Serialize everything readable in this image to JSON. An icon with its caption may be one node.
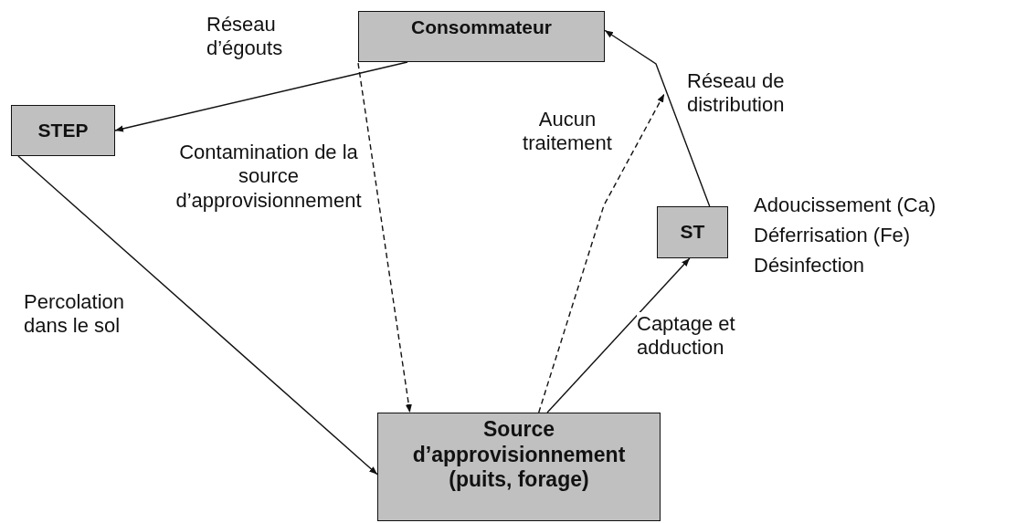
{
  "diagram": {
    "nodes": [
      {
        "text": [
          "Consommateur"
        ]
      },
      {
        "text": [
          "STEP"
        ]
      },
      {
        "text": [
          "ST"
        ],
        "beside": [
          "Adoucissement (Ca)",
          "Déferrisation (Fe)",
          "Désinfection"
        ]
      },
      {
        "text": [
          "Source d’approvisionnement (puits, forage)"
        ]
      }
    ],
    "edges": [
      {
        "from": 0,
        "to": 1,
        "arrow": "to",
        "label": "Réseau d’égouts"
      },
      {
        "from": 1,
        "to": 3,
        "arrow": "to",
        "label": "Percolation dans le sol"
      },
      {
        "from": 0,
        "to": 3,
        "arrow": "to",
        "style": "dashed",
        "label": "Contamination de la source d’approvisionnement"
      },
      {
        "from": 3,
        "to": 2,
        "arrow": "to",
        "label": "Captage et adduction"
      },
      {
        "from": 2,
        "to": 0,
        "arrow": "to",
        "label": "Réseau de distribution"
      },
      {
        "from": 3,
        "to": null,
        "arrow": "to",
        "style": "dashed",
        "label": "Aucun traitement"
      }
    ]
  }
}
